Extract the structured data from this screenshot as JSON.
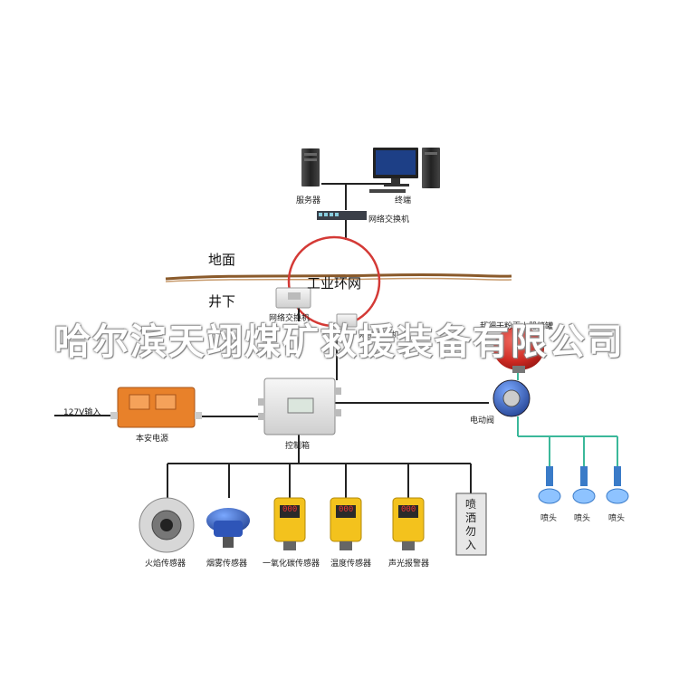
{
  "labels": {
    "server": "服务器",
    "terminal": "终端",
    "switch_top": "网络交换机",
    "ground": "地面",
    "underground": "井下",
    "ring": "工业环网",
    "switch_left": "网络交换机",
    "switch_right": "网络交换机",
    "power_input": "127V输入",
    "power_supply": "本安电源",
    "control_box": "控制箱",
    "extinguisher": "超细干粉灭火器储罐",
    "valve": "电动阀",
    "nozzle_1": "喷头",
    "nozzle_2": "喷头",
    "nozzle_3": "喷头",
    "flame_sensor": "火焰传感器",
    "smoke_sensor": "烟雾传感器",
    "co_sensor": "一氧化碳传感器",
    "temp_sensor": "温度传感器",
    "alarm": "声光报警器",
    "sign": "喷洒勿入"
  },
  "sensor_display": "000",
  "watermark": "哈尔滨天翊煤矿救援装备有限公司",
  "colors": {
    "ring": "#d43a36",
    "ground_line": "#8a5a2b",
    "wire": "#222222",
    "pipe": "#3bb89a",
    "power_box": "#e8812a",
    "sensor_yellow": "#f3c21d",
    "smoke_blue": "#2e55b8",
    "tank_red": "#d02a23",
    "nozzle_blue": "#3a7bc8"
  }
}
